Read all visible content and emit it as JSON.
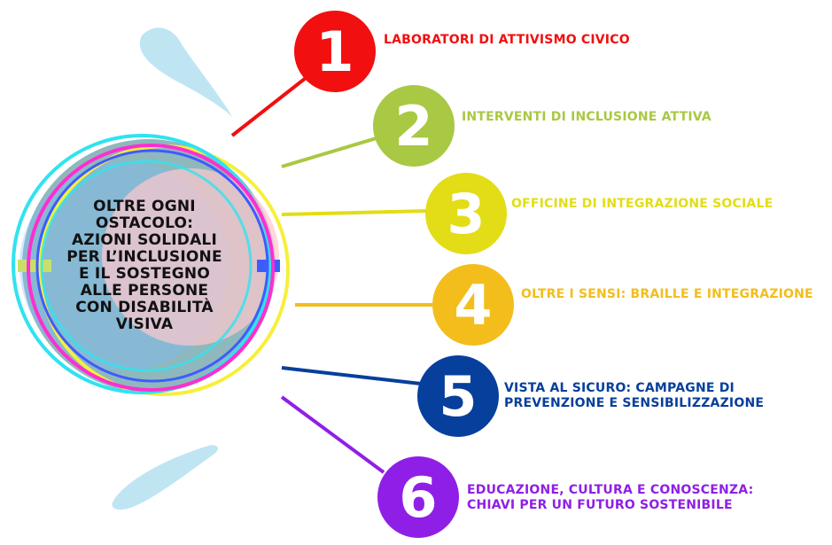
{
  "center": {
    "title_lines": [
      "OLTRE OGNI",
      "OSTACOLO:",
      "AZIONI SOLIDALI",
      "PER L’INCLUSIONE",
      "E IL SOSTEGNO",
      "ALLE PERSONE",
      "CON DISABILITÀ",
      "VISIVA"
    ]
  },
  "steps": [
    {
      "number": "1",
      "lines": [
        "LABORATORI DI ATTIVISMO CIVICO"
      ],
      "color": "#f20f0f"
    },
    {
      "number": "2",
      "lines": [
        "INTERVENTI DI INCLUSIONE ATTIVA"
      ],
      "color": "#a9c843"
    },
    {
      "number": "3",
      "lines": [
        "OFFICINE DI INTEGRAZIONE SOCIALE"
      ],
      "color": "#e2dd16"
    },
    {
      "number": "4",
      "lines": [
        "OLTRE I SENSI: BRAILLE E INTEGRAZIONE"
      ],
      "color": "#f3bd1c"
    },
    {
      "number": "5",
      "lines": [
        "VISTA AL SICURO: CAMPAGNE DI",
        "PREVENZIONE E SENSIBILIZZAZIONE"
      ],
      "color": "#073f9c"
    },
    {
      "number": "6",
      "lines": [
        "EDUCAZIONE, CULTURA E CONOSCENZA:",
        "CHIAVI PER UN FUTURO SOSTENIBILE"
      ],
      "color": "#8f1fe6"
    }
  ],
  "colors": {
    "center_fill": "#8fb8bd",
    "ring_cyan": "#2fe3f0",
    "ring_magenta": "#ff2ed0",
    "ring_yellow": "#f7ef3a",
    "ring_blue": "#3d5cff",
    "decor_light_blue": "#a9dcef"
  }
}
